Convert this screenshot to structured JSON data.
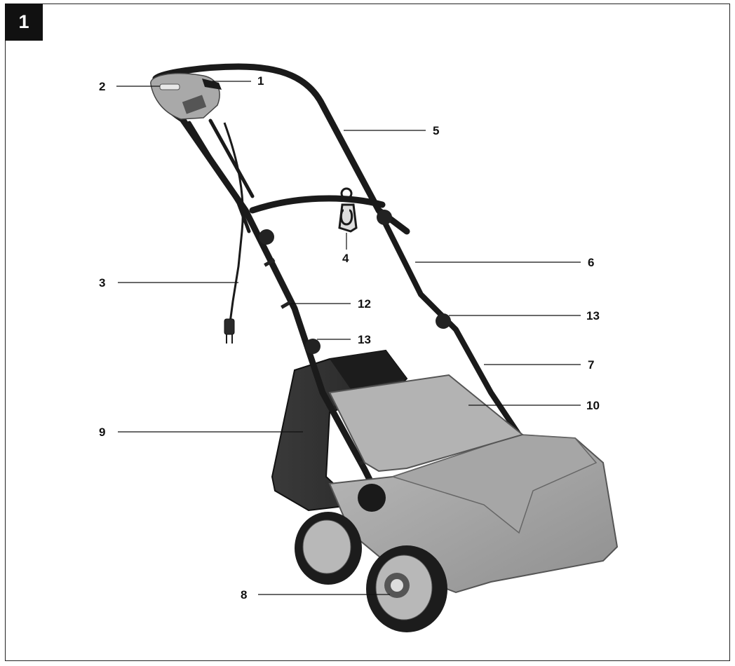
{
  "figure": {
    "number": "1"
  },
  "callouts": {
    "c1": "1",
    "c2": "2",
    "c3": "3",
    "c4": "4",
    "c5": "5",
    "c6": "6",
    "c7": "7",
    "c8": "8",
    "c9": "9",
    "c10": "10",
    "c12": "12",
    "c13a": "13",
    "c13b": "13"
  }
}
